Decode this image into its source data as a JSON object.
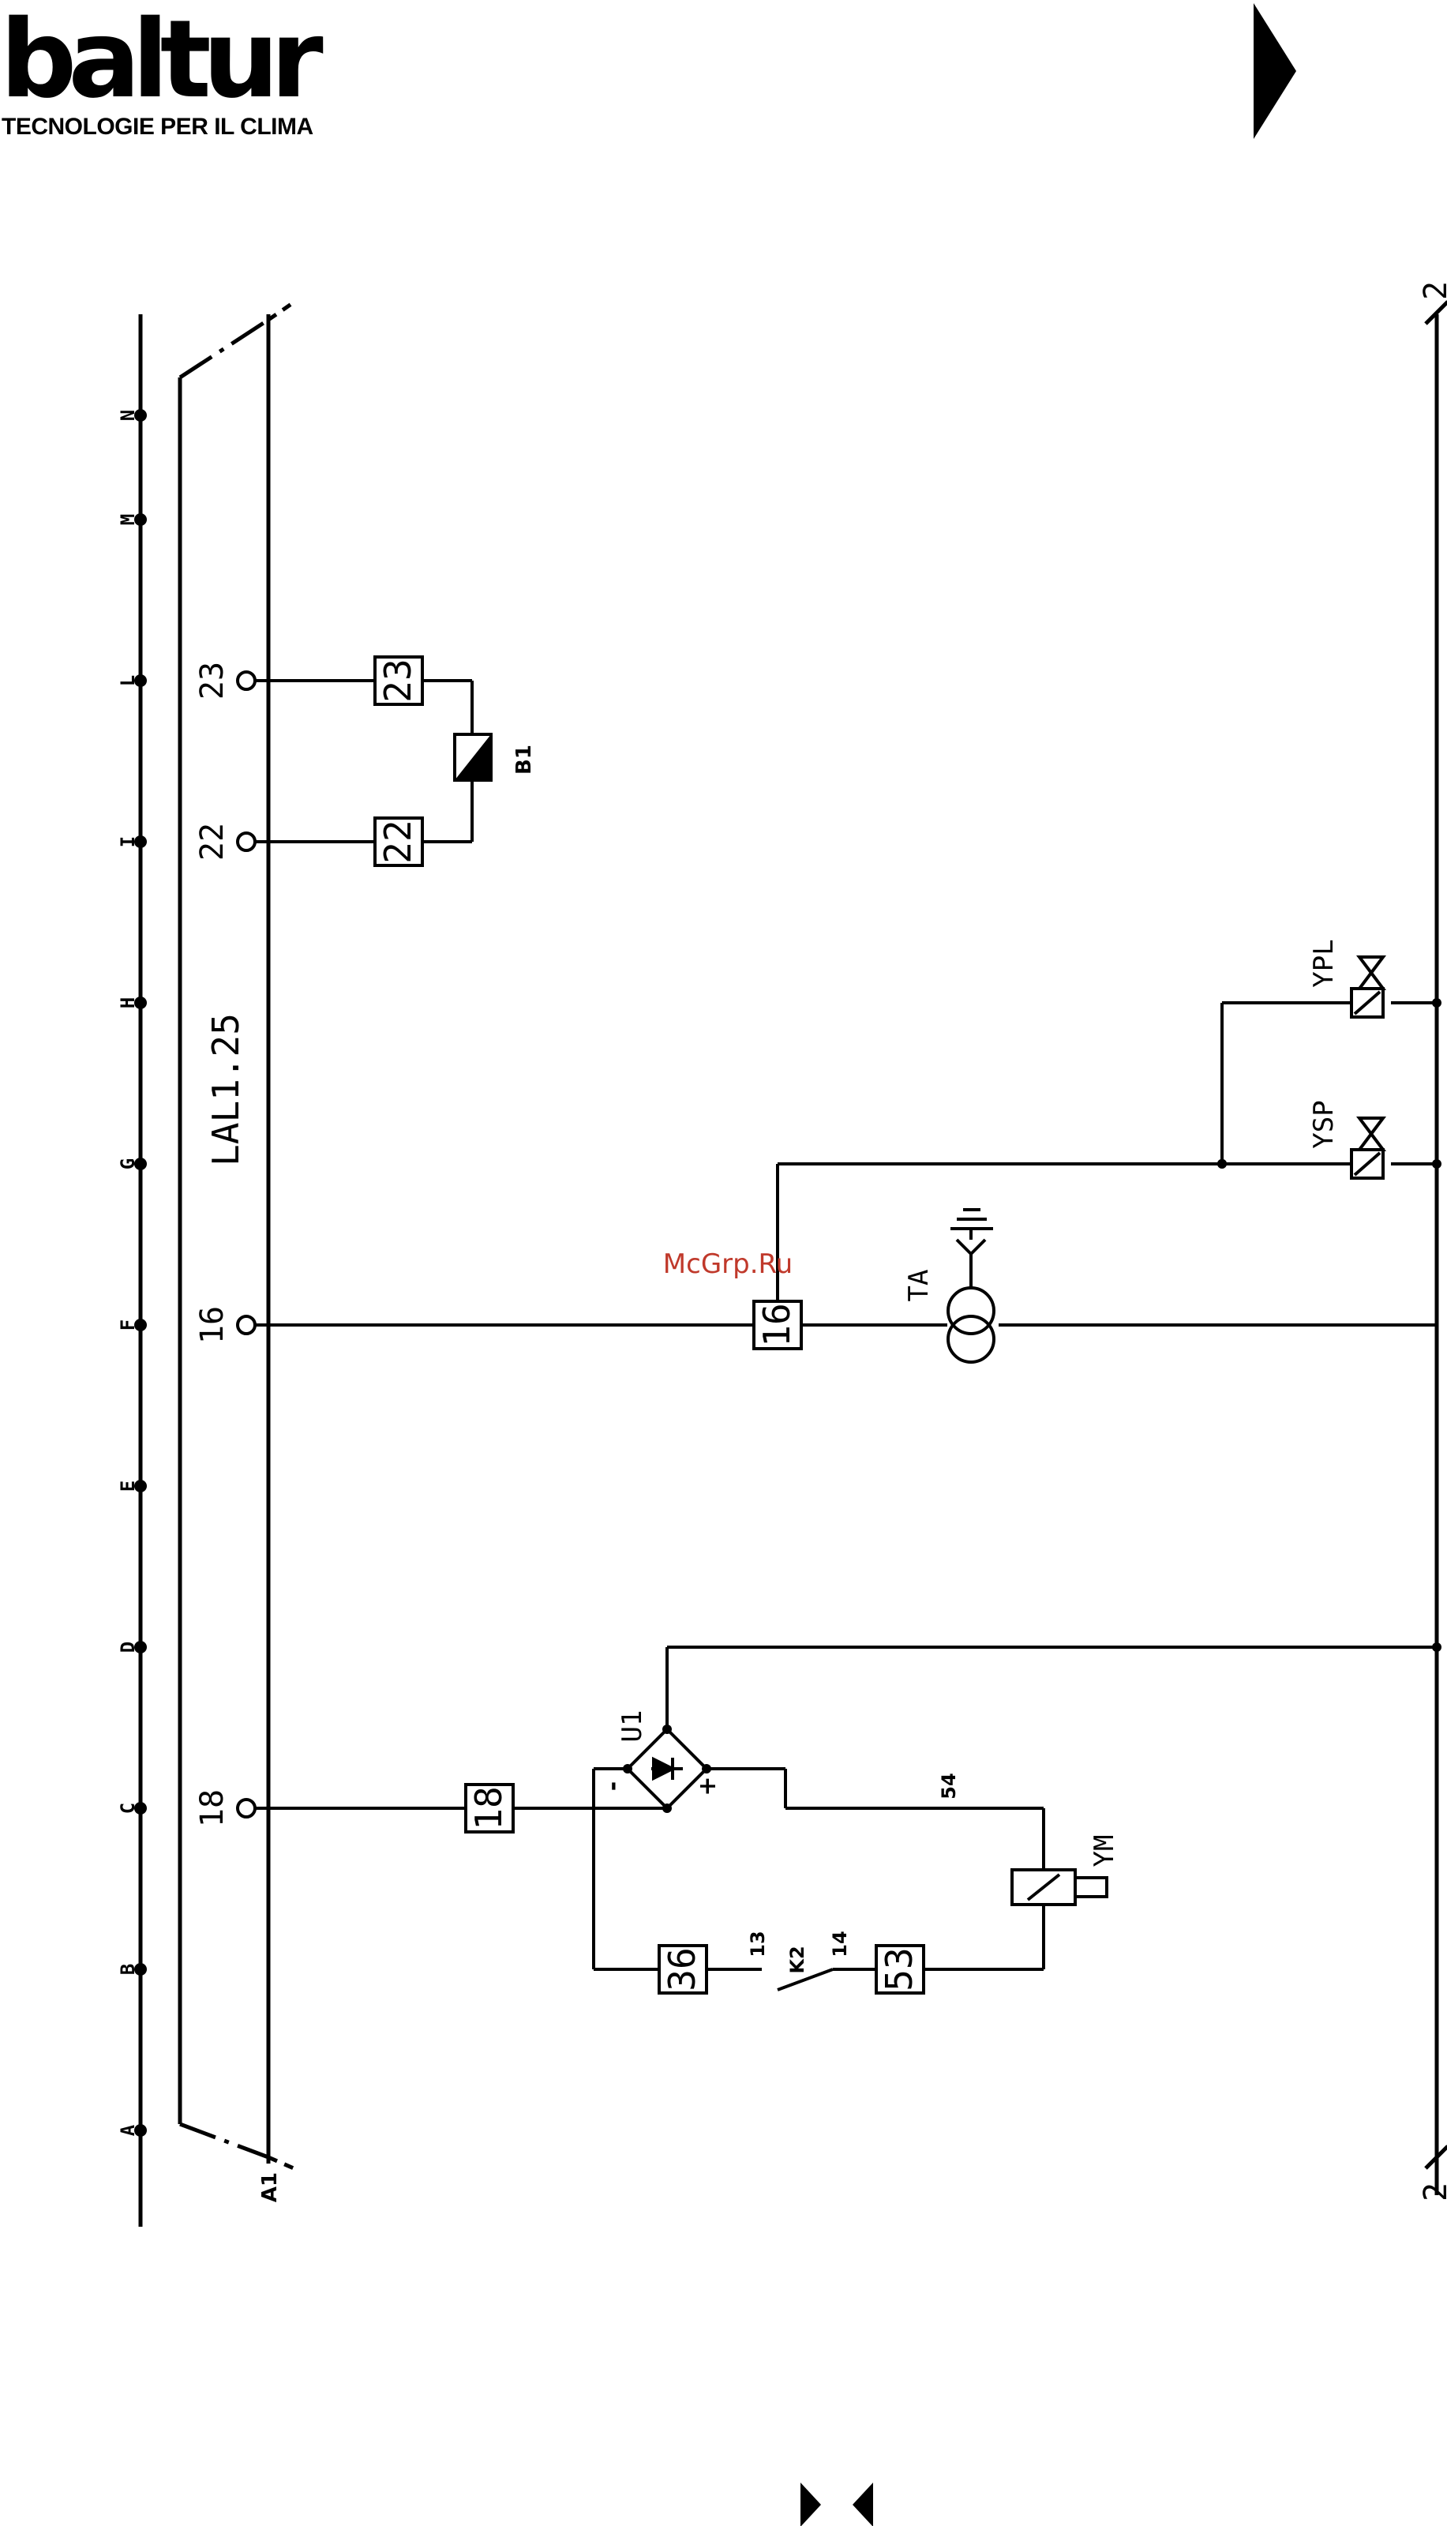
{
  "header": {
    "brand": "baltur",
    "tagline": "TECNOLOGIE PER IL CLIMA"
  },
  "watermark": "McGrp.Ru",
  "diagram": {
    "columns": [
      "A",
      "B",
      "C",
      "D",
      "E",
      "F",
      "G",
      "H",
      "I",
      "L",
      "M",
      "N"
    ],
    "controller": {
      "model": "LAL1.25",
      "ref": "A1"
    },
    "pins": {
      "p23": "23",
      "p22": "22",
      "p16": "16",
      "p18": "18"
    },
    "terminals": {
      "t23": "23",
      "t22": "22",
      "t16": "16",
      "t18": "18",
      "t36": "36",
      "t53": "53"
    },
    "components": {
      "pressure_switch": "B1",
      "rectifier": "U1",
      "transformer": "TA",
      "valve_start": "YSP",
      "valve_pilot": "YPL",
      "motor_coil": "YM",
      "relay_contact": "K2"
    },
    "wire_labels": {
      "w13": "13",
      "w14": "14",
      "w54": "54",
      "minus": "-",
      "plus": "+"
    },
    "sheet_refs": {
      "top": "2",
      "bottom": "2"
    }
  }
}
